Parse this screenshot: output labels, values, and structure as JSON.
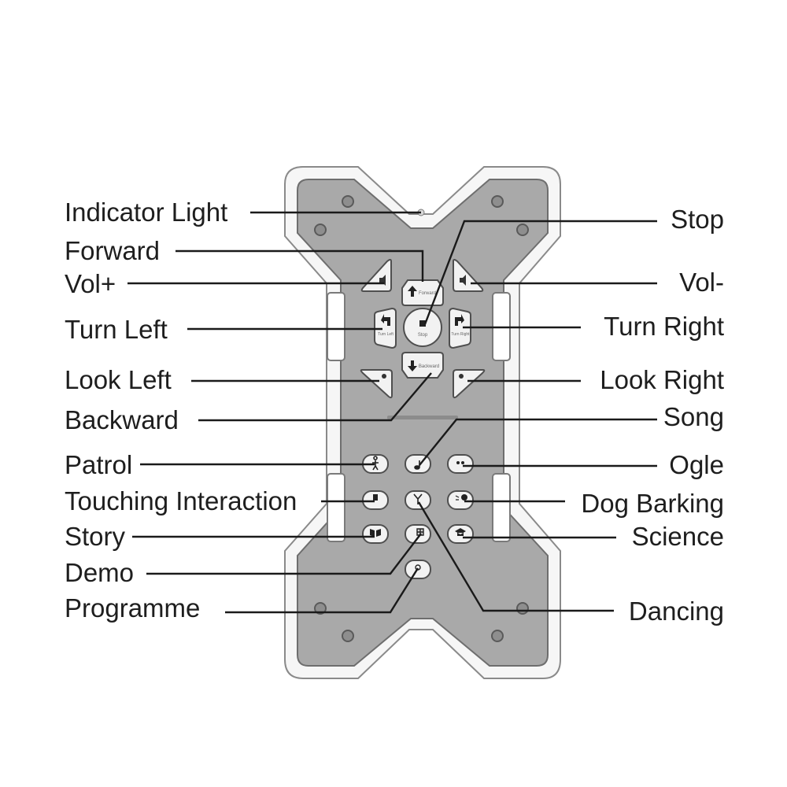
{
  "labels_left": {
    "indicator_light": "Indicator Light",
    "forward": "Forward",
    "vol_plus": "Vol+",
    "turn_left": "Turn Left",
    "look_left": "Look Left",
    "backward": "Backward",
    "patrol": "Patrol",
    "touching_interaction": "Touching Interaction",
    "story": "Story",
    "demo": "Demo",
    "programme": "Programme"
  },
  "labels_right": {
    "stop": "Stop",
    "vol_minus": "Vol-",
    "turn_right": "Turn Right",
    "look_right": "Look Right",
    "song": "Song",
    "ogle": "Ogle",
    "dog_barking": "Dog Barking",
    "science": "Science",
    "dancing": "Dancing"
  },
  "button_text": {
    "forward": "Forward",
    "stop": "Stop",
    "backward": "Backward",
    "turn_left": "Turn Left",
    "turn_right": "Turn Right"
  },
  "colors": {
    "panel": "#a9a9a9",
    "frame": "#f4f4f4",
    "outline": "#5a5a5a",
    "button": "#f2f2f2",
    "leader": "#1a1a1a",
    "text": "#1e1e1e"
  }
}
